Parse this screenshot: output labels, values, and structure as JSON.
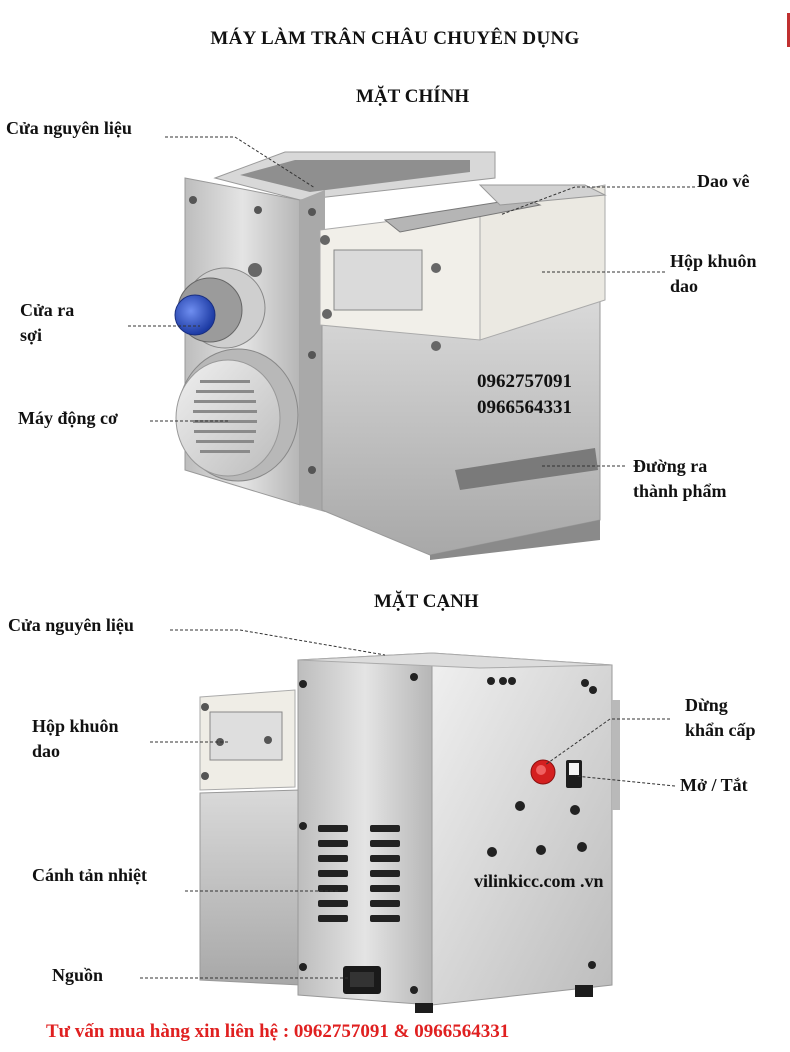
{
  "title": "MÁY LÀM TRÂN CHÂU CHUYÊN DỤNG",
  "front": {
    "heading": "MẶT CHÍNH",
    "labels": {
      "feed_door": "Cửa nguyên liệu",
      "cutter": "Dao vê",
      "mold_box_1": "Hộp khuôn",
      "mold_box_2": "dao",
      "fiber_exit_1": "Cửa ra",
      "fiber_exit_2": "sợi",
      "motor": "Máy động cơ",
      "output_1": "Đường ra",
      "output_2": "thành phẩm"
    },
    "phones": [
      "0962757091",
      "0966564331"
    ]
  },
  "side": {
    "heading": "MẶT CẠNH",
    "labels": {
      "feed_door": "Cửa nguyên liệu",
      "mold_box_1": "Hộp khuôn",
      "mold_box_2": "dao",
      "emergency_1": "Dừng",
      "emergency_2": "khẩn cấp",
      "power_switch": "Mở / Tắt",
      "fins": "Cánh tản nhiệt",
      "power": "Nguồn"
    },
    "website": "vilinkicc.com .vn"
  },
  "footer": "Tư vấn mua hàng xin liên hệ : 0962757091 & 0966564331",
  "colors": {
    "footer": "#e02020",
    "steel": "#c9c9c9",
    "knob": "#2a4fbf",
    "estop": "#d42020"
  }
}
